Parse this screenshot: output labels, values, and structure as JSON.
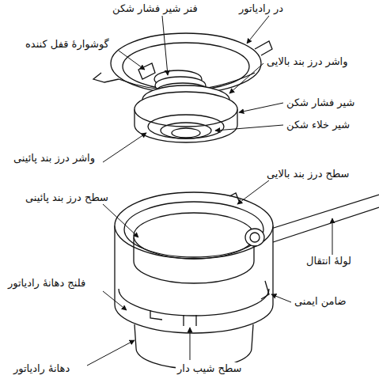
{
  "diagram": {
    "labels": [
      "در رادیاتور",
      "فنر شیر فشار شکن",
      "گوشوارهٔ قفل کننده",
      "واشر درز بند بالایی",
      "شیر فشار شکن",
      "شیر خلاء شکن",
      "واشر درز بند پائینی",
      "سطح درز بند بالایی",
      "سطح درز بند پائینی",
      "لولهٔ انتقال",
      "فلنج دهانهٔ رادیاتور",
      "ضامن ایمنی",
      "دهانهٔ رادیاتور",
      "سطح شیب دار"
    ]
  }
}
